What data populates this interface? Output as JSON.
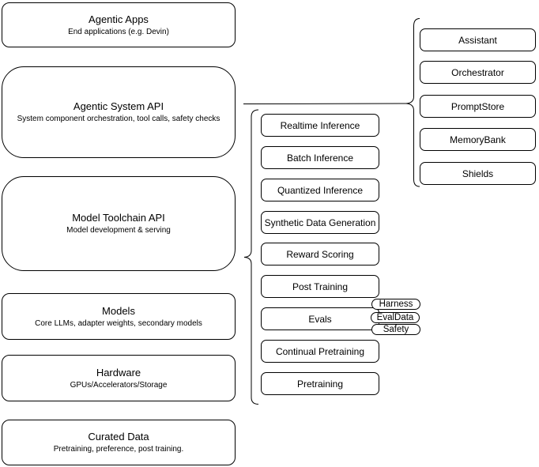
{
  "diagram": {
    "stack": [
      {
        "title": "Agentic Apps",
        "subtitle": "End applications (e.g. Devin)"
      },
      {
        "title": "Agentic System API",
        "subtitle": "System component orchestration, tool calls, safety checks"
      },
      {
        "title": "Model Toolchain API",
        "subtitle": "Model development & serving"
      },
      {
        "title": "Models",
        "subtitle": "Core LLMs, adapter weights, secondary models"
      },
      {
        "title": "Hardware",
        "subtitle": "GPUs/Accelerators/Storage"
      },
      {
        "title": "Curated Data",
        "subtitle": "Pretraining, preference, post training."
      }
    ],
    "toolchain_group": {
      "items": [
        {
          "label": "Realtime Inference"
        },
        {
          "label": "Batch Inference"
        },
        {
          "label": "Quantized Inference"
        },
        {
          "label": "Synthetic Data Generation"
        },
        {
          "label": "Reward Scoring"
        },
        {
          "label": "Post Training"
        },
        {
          "label": "Evals"
        },
        {
          "label": "Continual Pretraining"
        },
        {
          "label": "Pretraining"
        }
      ],
      "evals_tags": [
        {
          "label": "Harness"
        },
        {
          "label": "EvalData"
        },
        {
          "label": "Safety"
        }
      ]
    },
    "system_group": {
      "items": [
        {
          "label": "Assistant"
        },
        {
          "label": "Orchestrator"
        },
        {
          "label": "PromptStore"
        },
        {
          "label": "MemoryBank"
        },
        {
          "label": "Shields"
        }
      ]
    },
    "colors": {
      "stroke": "#000000",
      "fill": "#ffffff",
      "background": "#ffffff"
    }
  }
}
